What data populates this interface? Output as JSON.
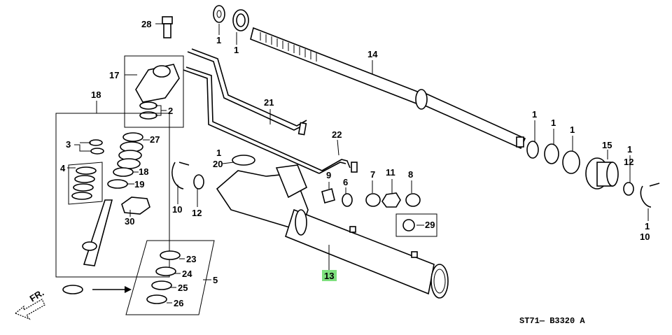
{
  "labels": {
    "l28": "28",
    "l1a": "1",
    "l1b": "1",
    "l14": "14",
    "l17": "17",
    "l2": "2",
    "l18a": "18",
    "l27": "27",
    "l3": "3",
    "l4": "4",
    "l18b": "18",
    "l19": "19",
    "l30": "30",
    "l21": "21",
    "l22": "22",
    "l1c": "1",
    "l20": "20",
    "l10a": "10",
    "l12a": "12",
    "l9": "9",
    "l6": "6",
    "l7": "7",
    "l11": "11",
    "l8": "8",
    "l29": "29",
    "l13": "13",
    "l1d": "1",
    "l1e": "1",
    "l1f": "1",
    "l15": "15",
    "l1g": "1",
    "l12b": "12",
    "l1h": "1",
    "l10b": "10",
    "l23": "23",
    "l24": "24",
    "l25": "25",
    "l26": "26",
    "l5": "5"
  },
  "front_arrow": "FR.",
  "diagram_code": "ST71— B3320 A",
  "highlight_color": "#7ee07e"
}
